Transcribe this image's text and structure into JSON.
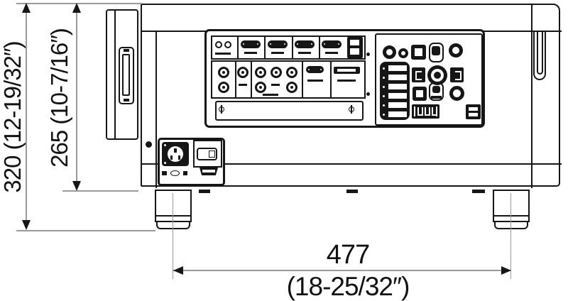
{
  "diagram": {
    "title": "Projector rear-view dimension drawing",
    "dimensions": {
      "total_height": "320 (12-19/32″)",
      "body_height": "265 (10-7/16″)",
      "feet_span_mm": "477",
      "feet_span_inch": "(18-25/32″)"
    },
    "colors": {
      "outline": "#161616",
      "dimension_line": "#9a9a9a",
      "background": "#ffffff"
    }
  }
}
